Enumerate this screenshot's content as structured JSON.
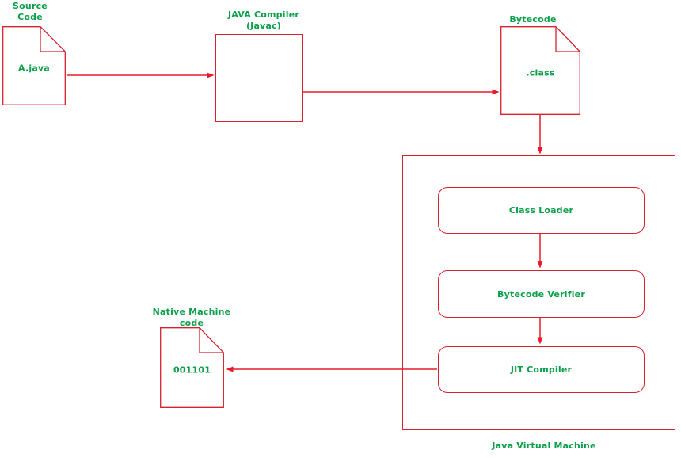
{
  "colors": {
    "green": "#0aa04a",
    "line_red": "#d8202e",
    "arrow_red": "#e81a2b",
    "background": "#ffffff"
  },
  "nodes": {
    "source_doc": {
      "title": "Source\nCode",
      "text": "A.java"
    },
    "compiler": {
      "title": "JAVA Compiler\n(Javac)"
    },
    "bytecode_doc": {
      "title": "Bytecode",
      "text": ".class"
    },
    "native_doc": {
      "title": "Native Machine\ncode",
      "text": "001101"
    },
    "jvm": {
      "label": "Java Virtual Machine",
      "components": [
        {
          "label": "Class Loader"
        },
        {
          "label": "Bytecode Verifier"
        },
        {
          "label": "JIT Compiler"
        }
      ]
    }
  }
}
